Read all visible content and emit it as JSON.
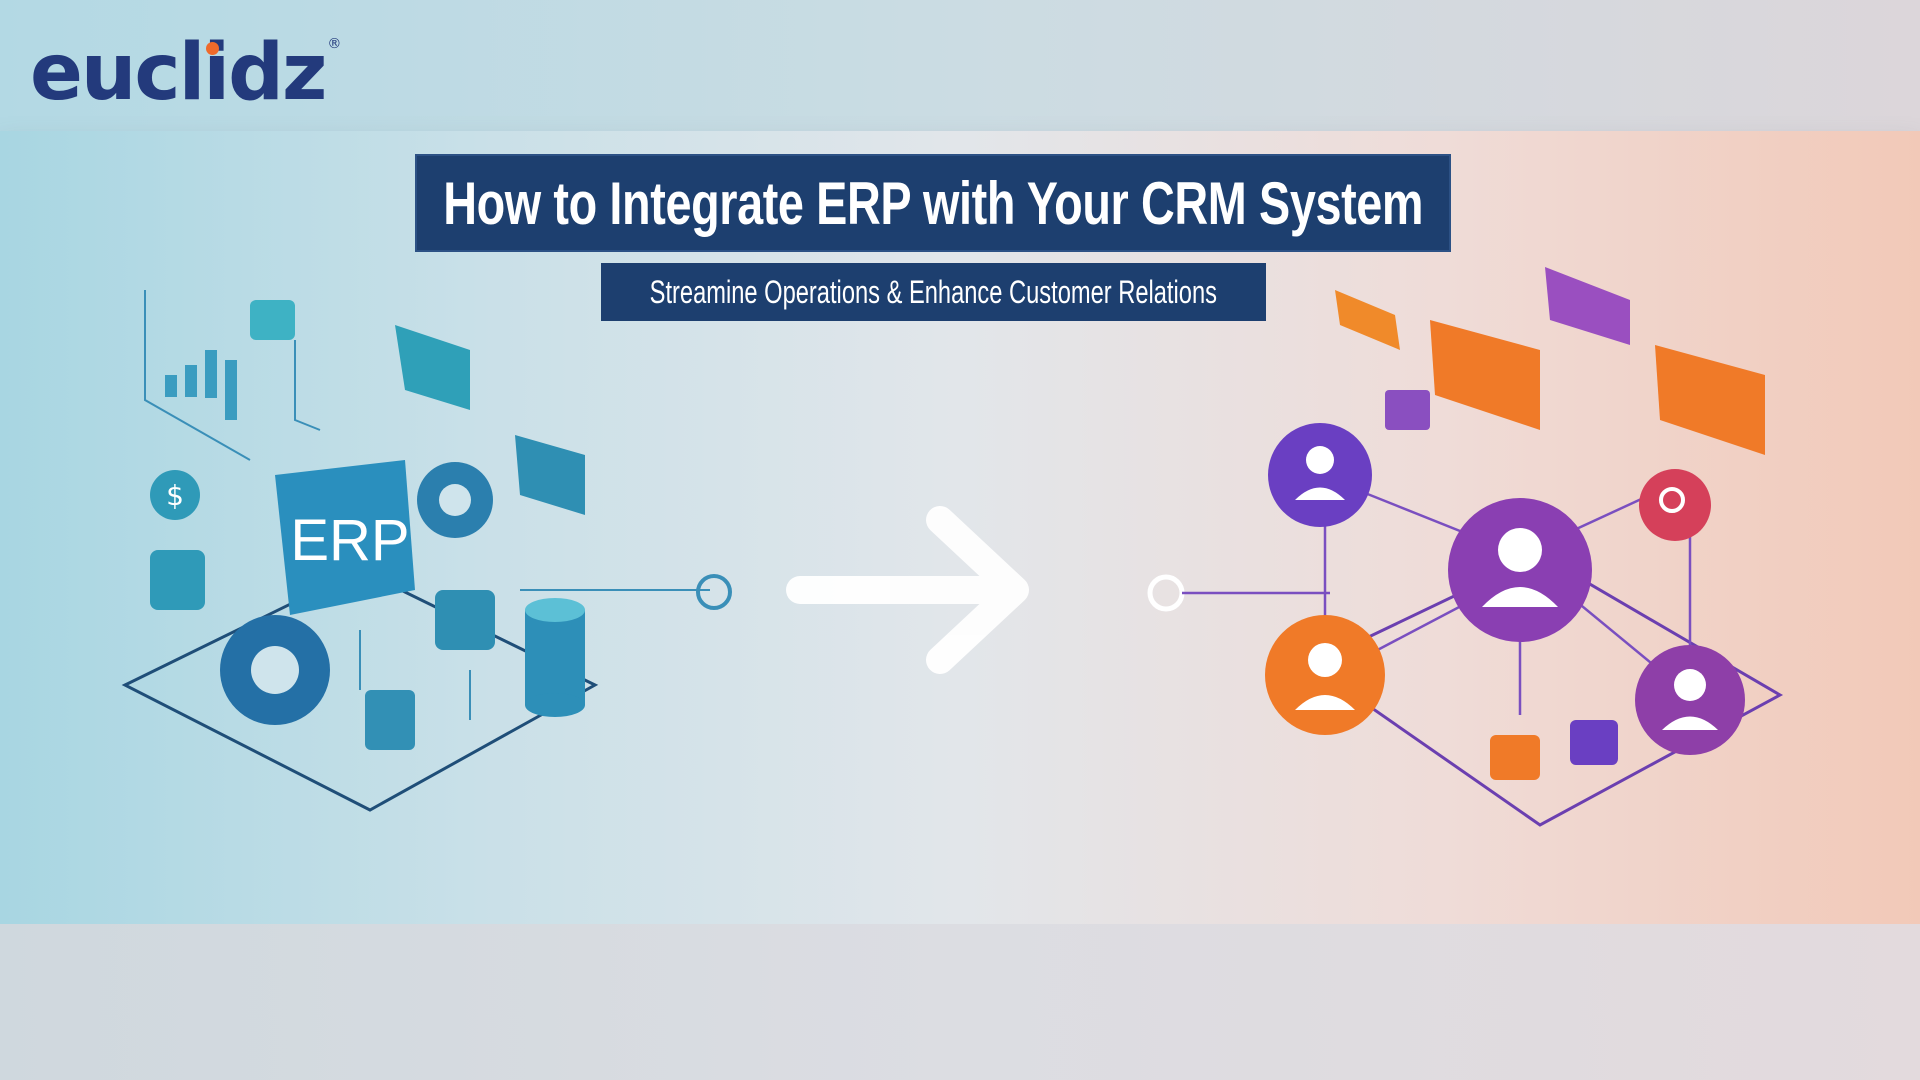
{
  "brand": {
    "name": "euclidz",
    "registered": "®"
  },
  "banner": {
    "title": "How to Integrate ERP with Your CRM System",
    "subtitle": "Streamine Operations & Enhance Customer Relations",
    "erp_label": "ERP"
  },
  "colors": {
    "navy": "#1d3f6f",
    "logo": "#233a7c",
    "logo_accent": "#ee6a2b",
    "erp_teal": "#2f8fb3",
    "crm_purple": "#7b3fb5",
    "crm_orange": "#f07a28"
  }
}
